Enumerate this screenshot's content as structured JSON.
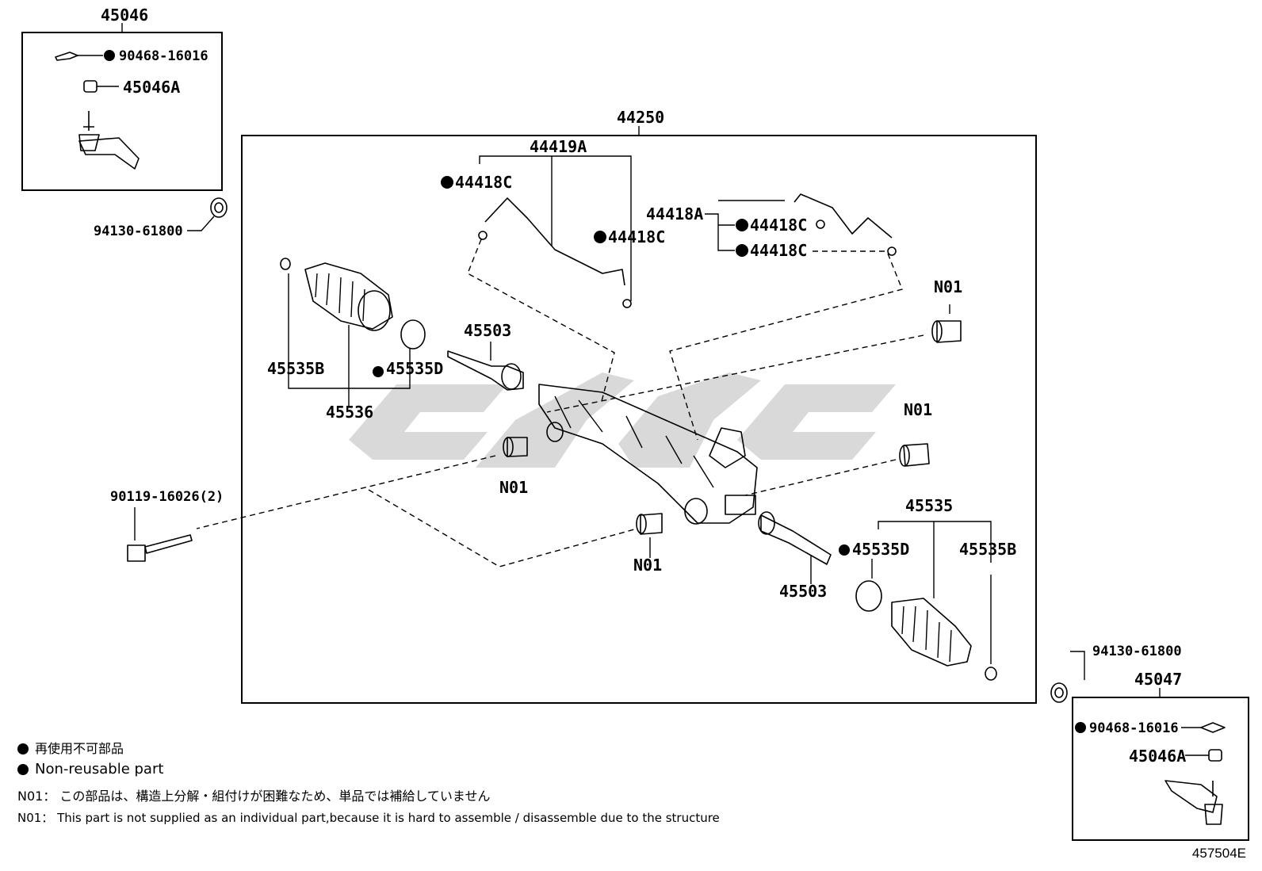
{
  "labels": {
    "assy_45046": "45046",
    "clip_left": "90468-16016",
    "nut_left": "45046A",
    "spacer_left": "94130-61800",
    "assy_44250": "44250",
    "tube_44419a": "44419A",
    "oring_a": "44418C",
    "oring_b": "44418C",
    "tube_44418a": "44418A",
    "oring_c": "44418C",
    "oring_d": "44418C",
    "n01_top_right": "N01",
    "boot_clip_l": "45535B",
    "boot_band_l": "45535D",
    "boot_l": "45536",
    "rod_l": "45503",
    "n01_right": "N01",
    "n01_left": "N01",
    "bolt": "90119-16026(2)",
    "n01_bottom": "N01",
    "boot_r": "45535",
    "boot_band_r": "45535D",
    "boot_clip_r": "45535B",
    "rod_r": "45503",
    "spacer_right": "94130-61800",
    "assy_45047": "45047",
    "clip_right": "90468-16016",
    "nut_right": "45046A"
  },
  "legend": {
    "jp_nonreusable": "再使用不可部品",
    "en_nonreusable": "Non-reusable part",
    "n01_jp": "N01： この部品は、構造上分解・組付けが困難なため、単品では補給していません",
    "n01_en": "N01： This part is not supplied as an individual part,because it is hard to assemble / disassemble due to the structure"
  },
  "figure_id": "457504E"
}
